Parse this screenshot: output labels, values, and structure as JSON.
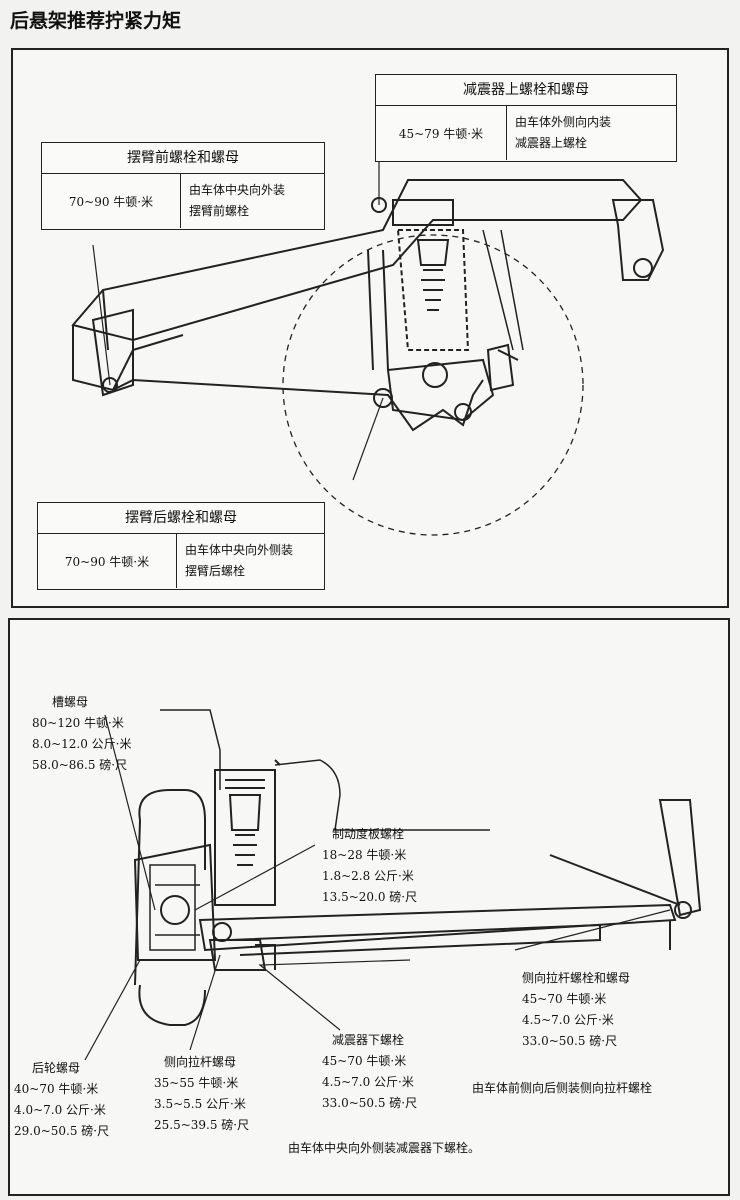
{
  "page_title": "后悬架推荐拧紧力矩",
  "top_panel": {
    "shock_upper": {
      "title": "减震器上螺栓和螺母",
      "torque": "45~79 牛顿·米",
      "desc": [
        "由车体外侧向内装",
        "减震器上螺栓"
      ]
    },
    "arm_front": {
      "title": "摆臂前螺栓和螺母",
      "torque": "70~90 牛顿·米",
      "desc": [
        "由车体中央向外装",
        "摆臂前螺栓"
      ]
    },
    "arm_rear": {
      "title": "摆臂后螺栓和螺母",
      "torque": "70~90 牛顿·米",
      "desc": [
        "由车体中央向外侧装",
        "摆臂后螺栓"
      ]
    }
  },
  "bottom_panel": {
    "groove_nut": {
      "title": "槽螺母",
      "values": [
        "80~120 牛顿·米",
        "8.0~12.0 公斤·米",
        "58.0~86.5 磅·尺"
      ]
    },
    "brake_plate_bolt": {
      "title": "制动度板螺栓",
      "values": [
        "18~28 牛顿·米",
        "1.8~2.8 公斤·米",
        "13.5~20.0 磅·尺"
      ]
    },
    "lateral_rod_bolt_nut": {
      "title": "侧向拉杆螺栓和螺母",
      "values": [
        "45~70 牛顿·米",
        "4.5~7.0 公斤·米",
        "33.0~50.5 磅·尺"
      ],
      "note": "由车体前侧向后侧装侧向拉杆螺栓"
    },
    "shock_lower_bolt": {
      "title": "减震器下螺栓",
      "values": [
        "45~70 牛顿·米",
        "4.5~7.0 公斤·米",
        "33.0~50.5 磅·尺"
      ],
      "note": "由车体中央向外侧装减震器下螺栓。"
    },
    "lateral_rod_nut": {
      "title": "侧向拉杆螺母",
      "values": [
        "35~55 牛顿·米",
        "3.5~5.5 公斤·米",
        "25.5~39.5 磅·尺"
      ]
    },
    "wheel_nut": {
      "title": "后轮螺母",
      "values": [
        "40~70 牛顿·米",
        "4.0~7.0 公斤·米",
        "29.0~50.5 磅·尺"
      ]
    }
  }
}
